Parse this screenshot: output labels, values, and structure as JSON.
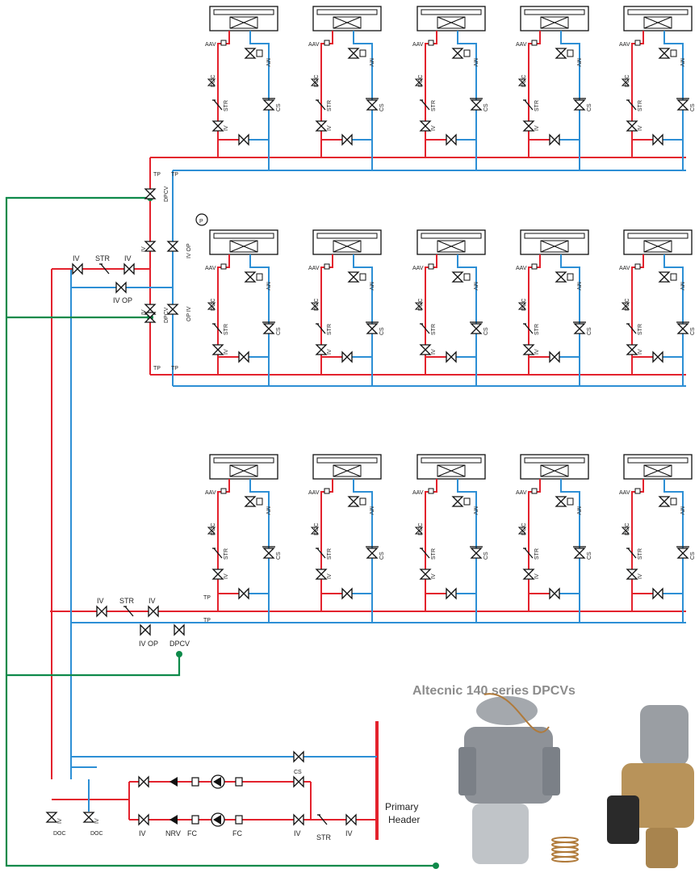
{
  "colors": {
    "flow": "#e3222d",
    "return": "#2d8fd5",
    "control": "#0e8a4a",
    "valve": "#111111",
    "product_grey": "#8e9298",
    "product_brass": "#b8935a"
  },
  "labels": {
    "aav": "AAV",
    "mv": "MV",
    "doc": "DOC",
    "str": "STR",
    "cs": "CS",
    "iv": "IV",
    "tp": "TP",
    "dpcv": "DPCV",
    "iv_op": "IV OP",
    "op_iv": "OP IV",
    "p": "P",
    "nrv": "NRV",
    "fc": "FC"
  },
  "primary_header": {
    "line1": "Primary",
    "line2": "Header"
  },
  "caption": "Altecnic 140 series DPCVs",
  "product_images": [
    {
      "name": "flanged-dpcv",
      "description_icon": "flanged-valve-photo"
    },
    {
      "name": "threaded-dpcv",
      "description_icon": "brass-valve-photo"
    }
  ]
}
